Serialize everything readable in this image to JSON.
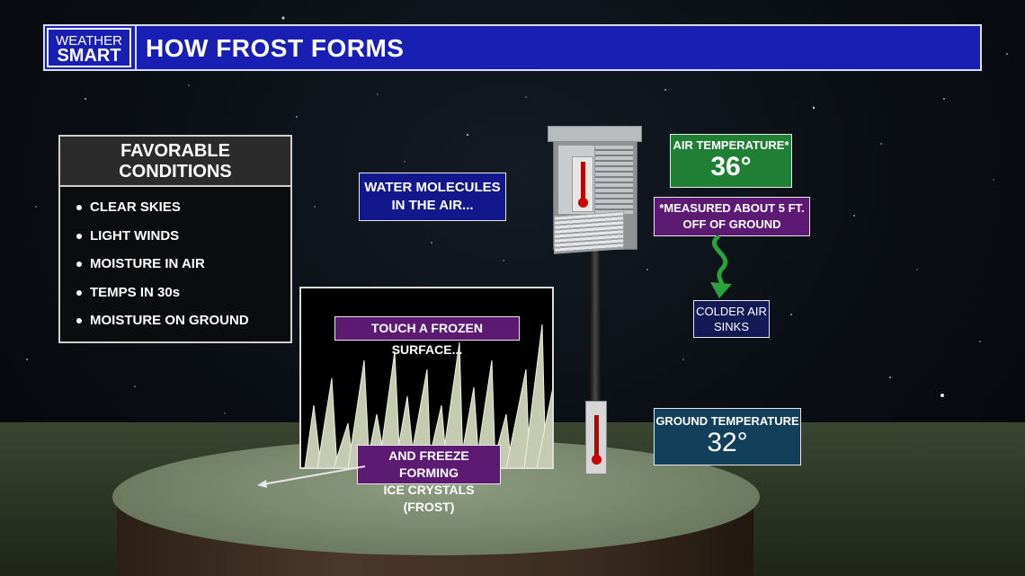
{
  "header": {
    "logo_line1": "WEATHER",
    "logo_line2": "SMART",
    "title": "HOW FROST FORMS"
  },
  "conditions": {
    "heading_line1": "FAVORABLE",
    "heading_line2": "CONDITIONS",
    "items": [
      "CLEAR SKIES",
      "LIGHT WINDS",
      "MOISTURE IN AIR",
      "TEMPS IN 30s",
      "MOISTURE ON GROUND"
    ]
  },
  "labels": {
    "water_line1": "WATER MOLECULES",
    "water_line2": "IN THE AIR...",
    "touch": "TOUCH A FROZEN SURFACE...",
    "freeze_line1": "AND FREEZE FORMING",
    "freeze_line2": "ICE CRYSTALS (FROST)",
    "air_temp_label": "AIR TEMPERATURE*",
    "air_temp_value": "36°",
    "measured_line1": "*MEASURED ABOUT 5 FT.",
    "measured_line2": "OFF OF GROUND",
    "colder_line1": "COLDER AIR",
    "colder_line2": "SINKS",
    "ground_temp_label": "GROUND TEMPERATURE",
    "ground_temp_value": "32°"
  },
  "colors": {
    "header_blue": "#1a1fb3",
    "label_blue": "#12178c",
    "label_purple": "#5d1a72",
    "label_green": "#1f7f35",
    "label_teal": "#123f5a",
    "arrow_green": "#2aa33c"
  }
}
